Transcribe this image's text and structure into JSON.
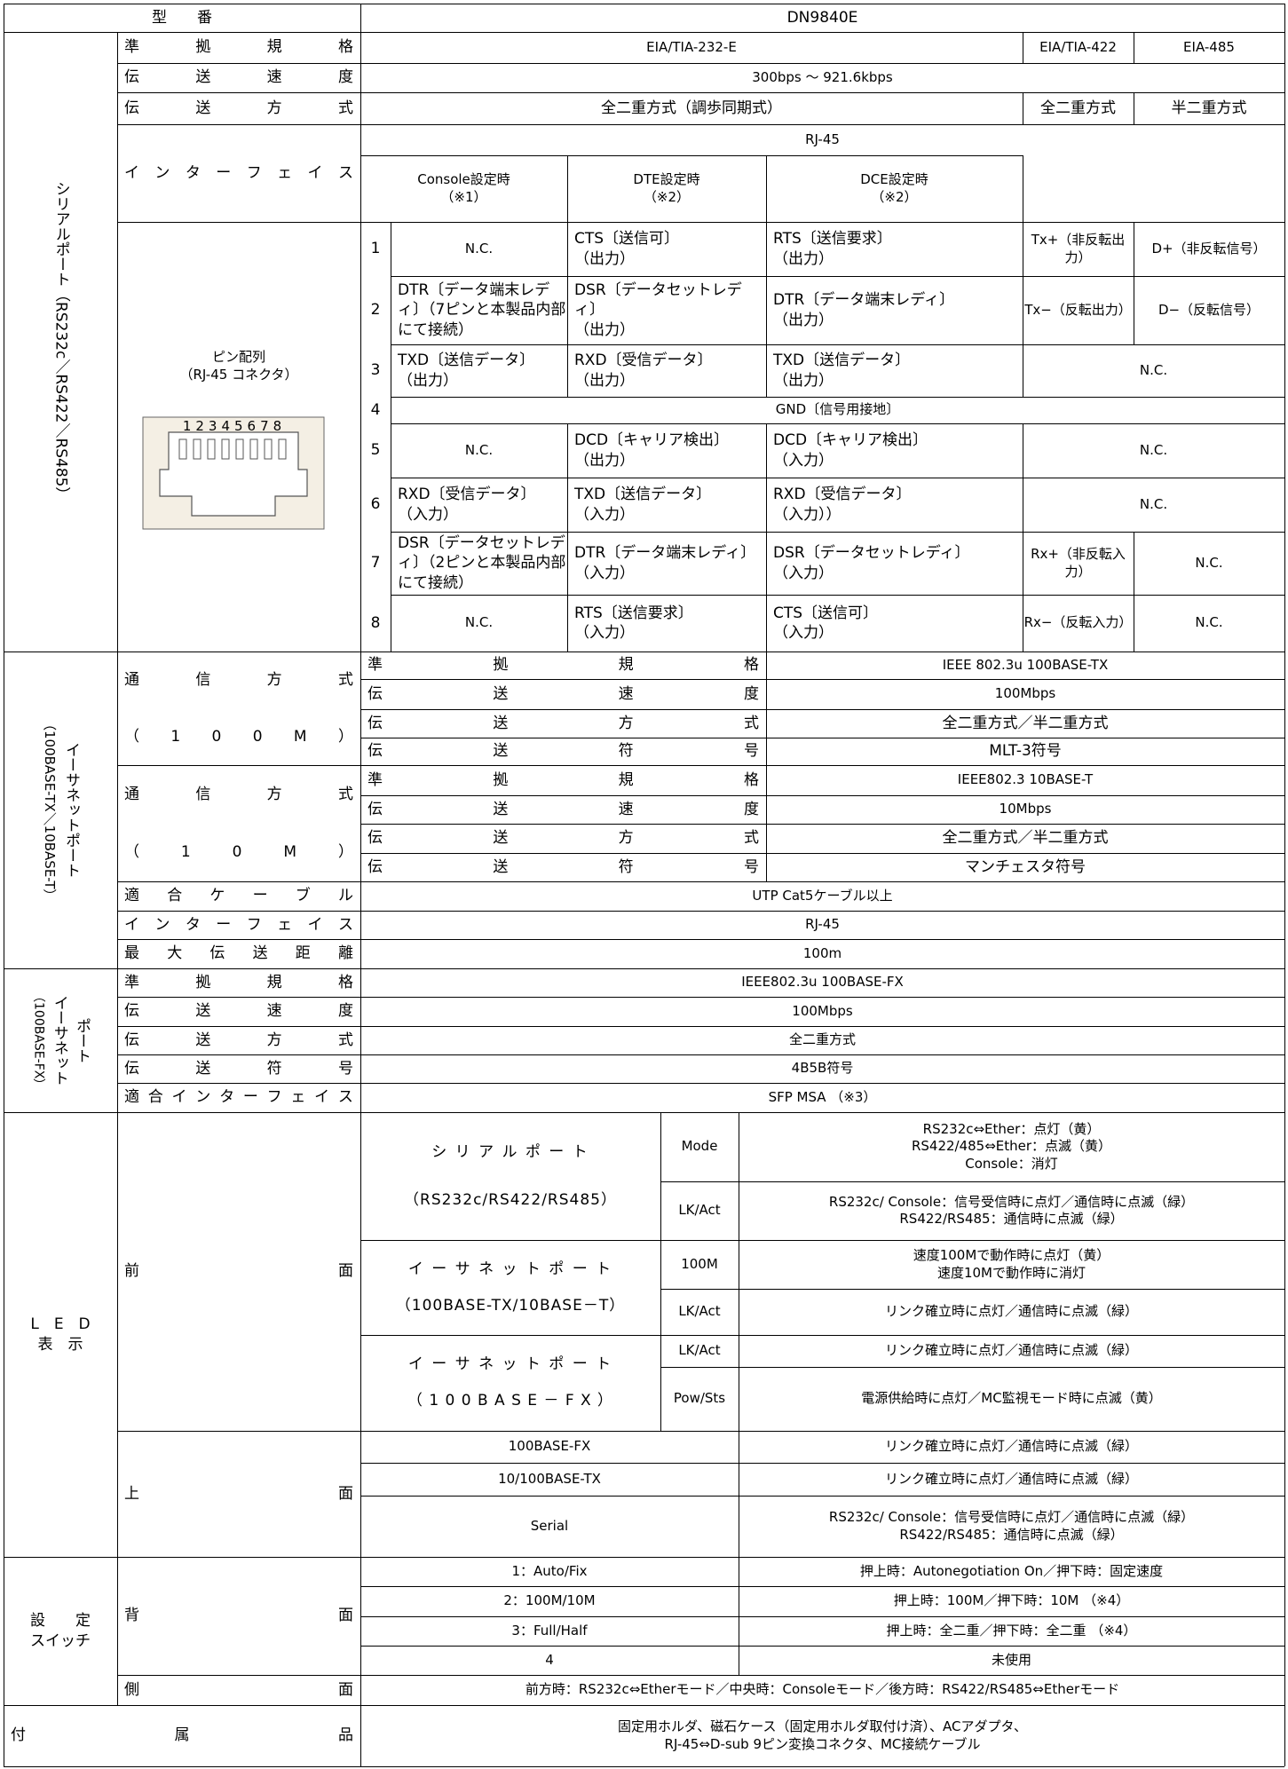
{
  "model": {
    "label": "型　　番",
    "value": "DN9840E"
  },
  "serial": {
    "group_label": "シリアルポート（RS232c／RS422／RS485）",
    "standard": {
      "label": "準　拠　規　格",
      "rs232": "EIA/TIA-232-E",
      "rs422": "EIA/TIA-422",
      "rs485": "EIA-485"
    },
    "speed": {
      "label": "伝　送　速　度",
      "value": "300bps ～ 921.6kbps"
    },
    "method": {
      "label": "伝　送　方　式",
      "rs232": "全二重方式（調歩同期式）",
      "rs422": "全二重方式",
      "rs485": "半二重方式"
    },
    "interface": {
      "label": "インターフェイス",
      "rj45": "RJ-45",
      "console": "Console設定時\n（※1）",
      "dte": "DTE設定時\n（※2）",
      "dce": "DCE設定時\n（※2）"
    },
    "pin_caption": "ピン配列\n（RJ-45 コネクタ）",
    "pin_diagram_digits": "12345678",
    "pins": [
      {
        "no": "1",
        "console": "N.C.",
        "dte": "CTS〔送信可〕\n（出力）",
        "dce": "RTS〔送信要求〕\n（出力）",
        "rs422": "Tx+（非反転出力）",
        "rs485": "D+（非反転信号）"
      },
      {
        "no": "2",
        "console": "DTR〔データ端末レディ〕（7ピンと本製品内部にて接続）",
        "dte": "DSR〔データセットレディ〕\n（出力）",
        "dce": "DTR〔データ端末レディ〕\n（出力）",
        "rs422": "Tx−（反転出力）",
        "rs485": "D−（反転信号）"
      },
      {
        "no": "3",
        "console": "TXD〔送信データ〕\n（出力）",
        "dte": "RXD〔受信データ〕\n（出力）",
        "dce": "TXD〔送信データ〕\n（出力）",
        "rs422_485": "N.C."
      },
      {
        "no": "4",
        "all": "GND〔信号用接地〕"
      },
      {
        "no": "5",
        "console": "N.C.",
        "dte": "DCD〔キャリア検出〕\n（出力）",
        "dce": "DCD〔キャリア検出〕\n（入力）",
        "rs422_485": "N.C."
      },
      {
        "no": "6",
        "console": "RXD〔受信データ〕\n（入力）",
        "dte": "TXD〔送信データ〕\n（入力）",
        "dce": "RXD〔受信データ〕\n（入力））",
        "rs422_485": "N.C."
      },
      {
        "no": "7",
        "console": "DSR〔データセットレディ〕（2ピンと本製品内部にて接続）",
        "dte": "DTR〔データ端末レディ〕\n（入力）",
        "dce": "DSR〔データセットレディ〕\n（入力）",
        "rs422": "Rx+（非反転入力）",
        "rs485": "N.C."
      },
      {
        "no": "8",
        "console": "N.C.",
        "dte": "RTS〔送信要求〕\n（入力）",
        "dce": "CTS〔送信可〕\n（入力）",
        "rs422": "Rx−（反転入力）",
        "rs485": "N.C."
      }
    ]
  },
  "ethernet": {
    "group_label_1": "イーサネットポート",
    "group_label_2": "（100BASE-TX／10BASE-T）",
    "comm100_label_1": "通　信　方　式",
    "comm100_label_2": "（　100M　）",
    "comm10_label_1": "通　信　方　式",
    "comm10_label_2": "（　10M　）",
    "rows100": [
      {
        "label": "準　拠　規　格",
        "value": "IEEE 802.3u 100BASE-TX"
      },
      {
        "label": "伝　送　速　度",
        "value": "100Mbps"
      },
      {
        "label": "伝　送　方　式",
        "value": "全二重方式／半二重方式"
      },
      {
        "label": "伝　送　符　号",
        "value": "MLT-3符号"
      }
    ],
    "rows10": [
      {
        "label": "準　拠　規　格",
        "value": "IEEE802.3 10BASE-T"
      },
      {
        "label": "伝　送　速　度",
        "value": "10Mbps"
      },
      {
        "label": "伝　送　方　式",
        "value": "全二重方式／半二重方式"
      },
      {
        "label": "伝　送　符　号",
        "value": "マンチェスタ符号"
      }
    ],
    "rows_common": [
      {
        "label": "適　合　ケ　ー　ブ　ル",
        "value": "UTP Cat5ケーブル以上"
      },
      {
        "label": "インターフェイス",
        "value": "RJ-45"
      },
      {
        "label": "最　大　伝　送　距　離",
        "value": "100m"
      }
    ]
  },
  "fiber": {
    "group_label_1": "ポート",
    "group_label_2": "イーサネット",
    "group_label_3": "（100BASE-FX）",
    "rows": [
      {
        "label": "準　拠　規　格",
        "value": "IEEE802.3u 100BASE-FX"
      },
      {
        "label": "伝　送　速　度",
        "value": "100Mbps"
      },
      {
        "label": "伝　送　方　式",
        "value": "全二重方式"
      },
      {
        "label": "伝　送　符　号",
        "value": "4B5B符号"
      },
      {
        "label": "適合インターフェイス",
        "value": "SFP MSA （※3）"
      }
    ]
  },
  "led": {
    "group_label_1": "L　E　D",
    "group_label_2": "表　示",
    "front_label": "前　　面",
    "top_label": "上　　面",
    "serial_port_1": "シ リ ア ル ポ ー ト",
    "serial_port_2": "（RS232c/RS422/RS485）",
    "eth_port_1": "イ ー サ ネ ッ ト ポ ー ト",
    "eth_port_2": "（100BASE-TX/10BASE－T）",
    "fx_port_1": "イ ー サ ネ ッ ト ポ ー ト",
    "fx_port_2": "（ 1 0 0 B A S E － F X ）",
    "front_rows": [
      {
        "name": "Mode",
        "desc": "RS232c⇔Ether：点灯（黄）\nRS422/485⇔Ether：点滅（黄）\nConsole：消灯"
      },
      {
        "name": "LK/Act",
        "desc": "RS232c/ Console：信号受信時に点灯／通信時に点滅（緑）\nRS422/RS485：通信時に点滅（緑）"
      },
      {
        "name": "100M",
        "desc": "速度100Mで動作時に点灯（黄）\n速度10Mで動作時に消灯"
      },
      {
        "name": "LK/Act",
        "desc": "リンク確立時に点灯／通信時に点滅（緑）"
      },
      {
        "name": "LK/Act",
        "desc": "リンク確立時に点灯／通信時に点滅（緑）"
      },
      {
        "name": "Pow/Sts",
        "desc": "電源供給時に点灯／MC監視モード時に点滅（黄）"
      }
    ],
    "top_rows": [
      {
        "name": "100BASE-FX",
        "desc": "リンク確立時に点灯／通信時に点滅（緑）"
      },
      {
        "name": "10/100BASE-TX",
        "desc": "リンク確立時に点灯／通信時に点滅（緑）"
      },
      {
        "name": "Serial",
        "desc": "RS232c/ Console：信号受信時に点灯／通信時に点滅（緑）\nRS422/RS485：通信時に点滅（緑）"
      }
    ]
  },
  "switch": {
    "group_label_1": "設　　定",
    "group_label_2": "スイッチ",
    "back_label": "背　　面",
    "side_label": "側　　面",
    "back_rows": [
      {
        "name": "1：Auto/Fix",
        "desc": "押上時：Autonegotiation On／押下時：固定速度"
      },
      {
        "name": "2：100M/10M",
        "desc": "押上時：100M／押下時：10M （※4）"
      },
      {
        "name": "3：Full/Half",
        "desc": "押上時：全二重／押下時：全二重 （※4）"
      },
      {
        "name": "4",
        "desc": "未使用"
      }
    ],
    "side_desc": "前方時：RS232c⇔Etherモード／中央時：Consoleモード／後方時：RS422/RS485⇔Etherモード"
  },
  "accessories": {
    "label": "付　　　属　　　品",
    "value": "固定用ホルダ、磁石ケース（固定用ホルダ取付け済）、ACアダプタ、\nRJ-45⇔D-sub 9ピン変換コネクタ、MC接続ケーブル"
  }
}
